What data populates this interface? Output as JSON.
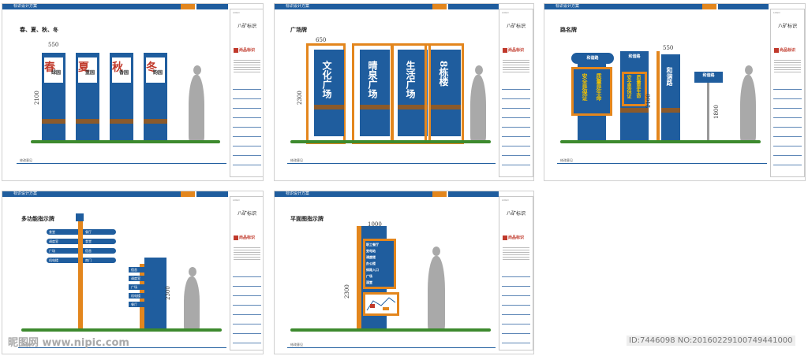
{
  "header_title": "标识设计方案",
  "side_top": "LOGO",
  "side_title": "八矿标识",
  "side_logo": "尚品标识",
  "footer_label": "修改意见",
  "sheets": {
    "seasons": {
      "heading": "春、夏、秋、冬",
      "width_dim": "550",
      "height_dim": "2100",
      "signs": [
        "春",
        "夏",
        "秋",
        "冬"
      ],
      "sign_tails": [
        "绿园",
        "蓝园",
        "香园",
        "韵园"
      ]
    },
    "plaza": {
      "heading": "广场牌",
      "width_dim": "650",
      "height_dim": "2300",
      "signs": [
        "文化广场",
        "晴泉广场",
        "生活广场",
        "8栋楼"
      ]
    },
    "road": {
      "heading": "路名牌",
      "width_dim": "550",
      "height_dim": "2100",
      "post_dim": "1800",
      "oval_label": "和谐路",
      "panel_left": "安全是保证",
      "panel_right": "质量是生命",
      "rect_label": "和谐路",
      "tall_label": "和谐路",
      "small_label": "和谐路"
    },
    "multi": {
      "heading": "多功能指示牌",
      "height_dim": "2300",
      "left_arrows": [
        "食堂",
        "调度室",
        "广场",
        "机电楼"
      ],
      "right_arrows": [
        "餐厅",
        "食堂",
        "宿舍",
        "南门"
      ],
      "stand_items": [
        "宿舍",
        "调度室",
        "广场",
        "机电楼",
        "餐厅"
      ]
    },
    "plan": {
      "heading": "平面图指示牌",
      "width_dim": "1000",
      "height_dim": "2300",
      "list": [
        "职工餐厅",
        "变电站",
        "调度楼",
        "办公楼",
        "修路入口",
        "广场",
        "澡堂"
      ]
    }
  },
  "watermark_left": "昵图网 www.nipic.com",
  "watermark_right": "ID:7446098 NO:20160229100749441000"
}
